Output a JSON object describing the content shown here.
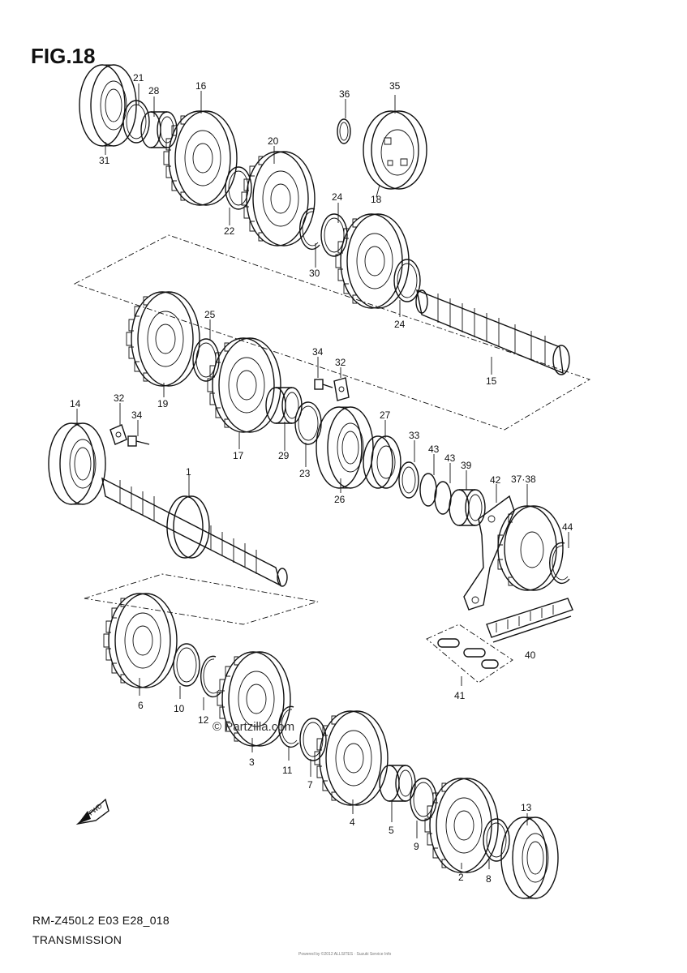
{
  "figure": {
    "title": "FIG.18",
    "model_code": "RM-Z450L2 E03 E28_018",
    "section": "TRANSMISSION",
    "watermark": "© Partzilla.com",
    "fineprint": "Powered by ©2012 ALLSITES · Suzuki Service Info",
    "fwd_label": "FWD"
  },
  "callouts": {
    "c1": "1",
    "c2": "2",
    "c3": "3",
    "c4": "4",
    "c5": "5",
    "c6": "6",
    "c7": "7",
    "c8": "8",
    "c9": "9",
    "c10": "10",
    "c11": "11",
    "c12": "12",
    "c13": "13",
    "c14": "14",
    "c15": "15",
    "c16": "16",
    "c17": "17",
    "c18": "18",
    "c19": "19",
    "c20": "20",
    "c21": "21",
    "c22": "22",
    "c23": "23",
    "c24a": "24",
    "c24b": "24",
    "c25": "25",
    "c26": "26",
    "c27": "27",
    "c28": "28",
    "c29": "29",
    "c30": "30",
    "c31": "31",
    "c32a": "32",
    "c32b": "32",
    "c33": "33",
    "c34a": "34",
    "c34b": "34",
    "c35": "35",
    "c36": "36",
    "c3738": "37·38",
    "c39": "39",
    "c40": "40",
    "c41": "41",
    "c42": "42",
    "c43a": "43",
    "c43b": "43",
    "c44": "44"
  }
}
